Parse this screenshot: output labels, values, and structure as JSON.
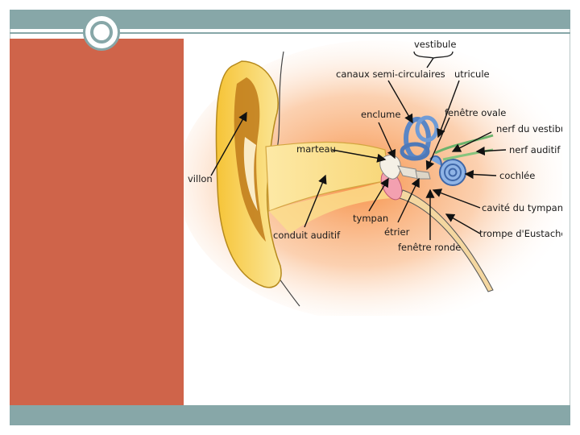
{
  "slide": {
    "colors": {
      "accent_bar": "#87a7a8",
      "side_panel": "#cf644a",
      "background": "#ffffff"
    }
  },
  "diagram": {
    "labels": {
      "vestibule": "vestibule",
      "canaux": "canaux semi-circulaires",
      "utricule": "utricule",
      "enclume": "enclume",
      "fenetre_ovale": "fenêtre ovale",
      "nerf_vestibu": "nerf du vestibu",
      "marteau": "marteau",
      "nerf_auditif": "nerf auditif",
      "pavillon": "villon",
      "cochlee": "cochlée",
      "cavite": "cavité du tympan",
      "tympan": "tympan",
      "etrier": "étrier",
      "trompe": "trompe d'Eustache",
      "conduit": "conduit auditif",
      "fenetre_ronde": "fenêtre ronde"
    }
  }
}
